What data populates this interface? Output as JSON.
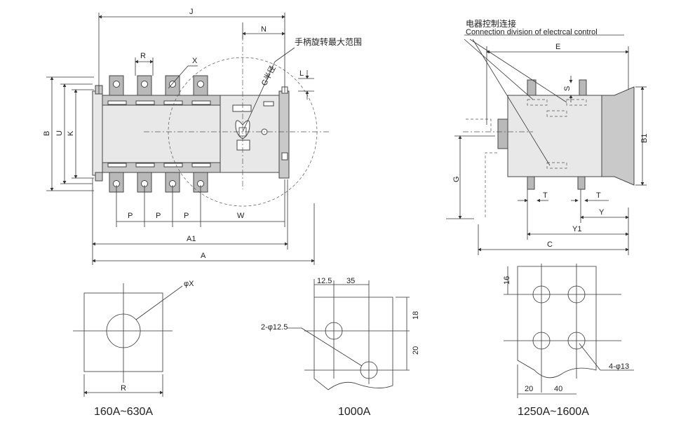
{
  "dims": {
    "J": "J",
    "N": "N",
    "R": "R",
    "X": "X",
    "L": "L",
    "B": "B",
    "U": "U",
    "K": "K",
    "P": "P",
    "W": "W",
    "A1": "A1",
    "A": "A",
    "G_radius": "G半径",
    "E": "E",
    "S": "S",
    "B1": "B1",
    "G": "G",
    "T": "T",
    "Y": "Y",
    "Y1": "Y1",
    "C": "C",
    "phiX": "φX"
  },
  "notes": {
    "handle_range": "手柄旋转最大范围",
    "control_cn": "电器控制连接",
    "control_en": "Connection division of electrcal control"
  },
  "detail_1000": {
    "d1": "12.5",
    "d2": "35",
    "d3": "18",
    "d4": "20",
    "holes": "2-φ12.5"
  },
  "detail_1600": {
    "d1": "16",
    "d2": "20",
    "d3": "40",
    "holes": "4-φ13"
  },
  "captions": {
    "small": "160A~630A",
    "mid": "1000A",
    "large": "1250A~1600A"
  }
}
